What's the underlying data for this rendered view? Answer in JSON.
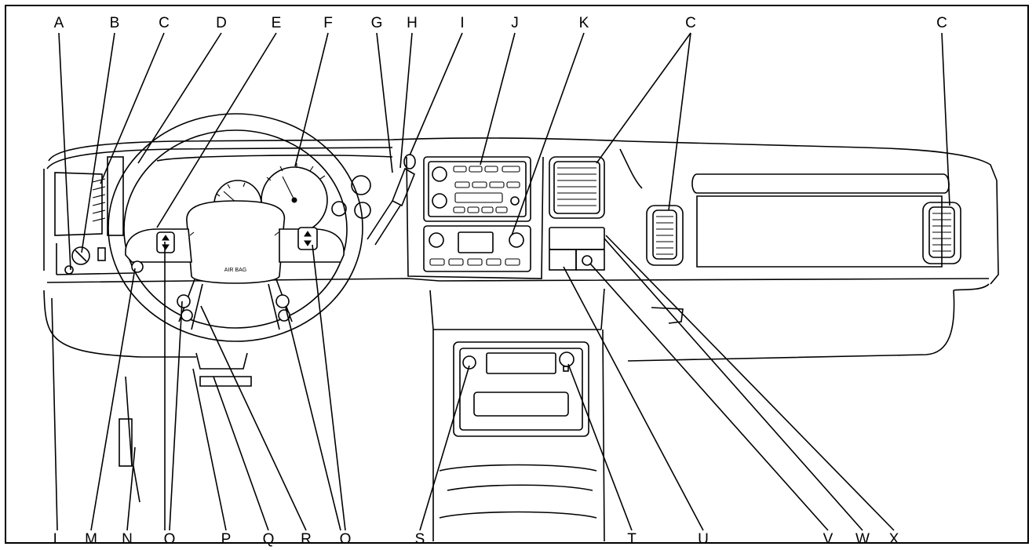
{
  "labels": {
    "top": [
      "A",
      "B",
      "C",
      "D",
      "E",
      "F",
      "G",
      "H",
      "I",
      "J",
      "K",
      "C",
      "C"
    ],
    "bottom": [
      "L",
      "M",
      "N",
      "O",
      "P",
      "Q",
      "R",
      "O",
      "S",
      "T",
      "U",
      "V",
      "W",
      "X"
    ]
  },
  "steering_wheel": {
    "airbag_text": "AIR BAG"
  },
  "icons": {
    "frame": "border-frame",
    "dashboard": "instrument-panel-drawing"
  }
}
